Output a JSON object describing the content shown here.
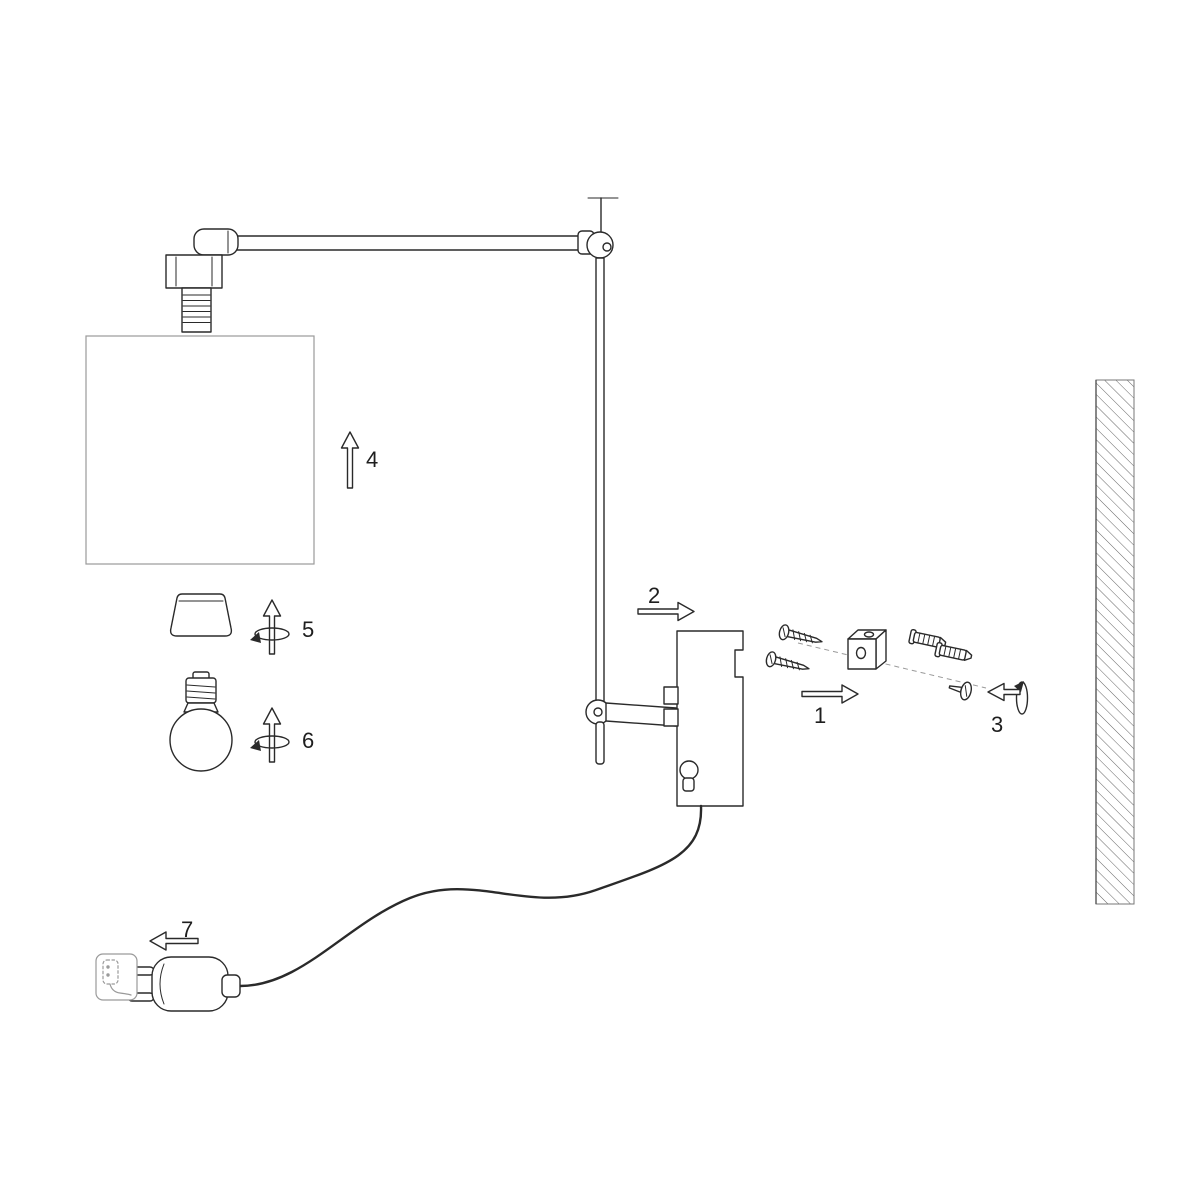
{
  "diagram": {
    "background_color": "#ffffff",
    "line_color": "#2a2a2a",
    "muted_line_color": "#9a9a9a",
    "hatch_color": "#666666",
    "steps": [
      {
        "label": "1",
        "part": "mounting-screws"
      },
      {
        "label": "2",
        "part": "wall-plate"
      },
      {
        "label": "3",
        "part": "locking-screw"
      },
      {
        "label": "4",
        "part": "lampshade"
      },
      {
        "label": "5",
        "part": "shade-ring"
      },
      {
        "label": "6",
        "part": "light-bulb"
      },
      {
        "label": "7",
        "part": "power-plug"
      }
    ]
  }
}
